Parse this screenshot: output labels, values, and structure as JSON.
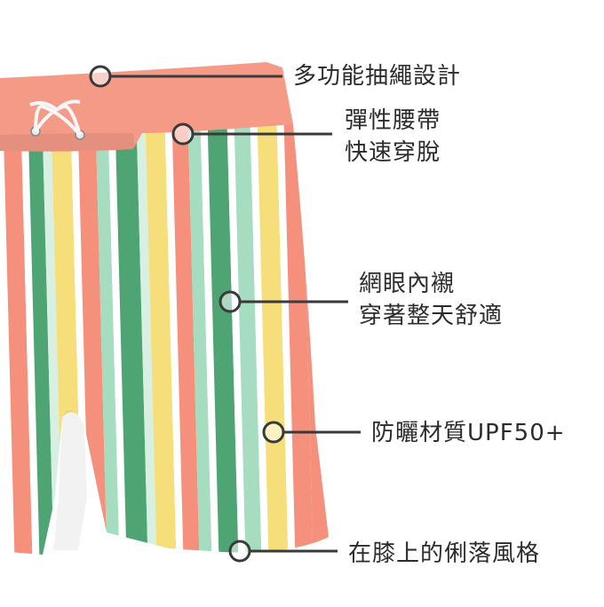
{
  "product": {
    "name": "striped swim shorts",
    "colors": {
      "waistband": "#f49a86",
      "coral": "#f4907c",
      "green": "#4fa474",
      "mint": "#a6dcc0",
      "yellow": "#f6df7a",
      "white": "#ffffff",
      "pale_mint": "#d8f0e2",
      "drawstring": "#f7f7f7"
    }
  },
  "callouts": [
    {
      "id": "drawstring",
      "lines": [
        "多功能抽繩設計"
      ]
    },
    {
      "id": "waistband",
      "lines": [
        "彈性腰帶",
        "快速穿脫"
      ]
    },
    {
      "id": "lining",
      "lines": [
        "網眼內襯",
        "穿著整天舒適"
      ]
    },
    {
      "id": "upf",
      "lines": [
        "防曬材質UPF50+"
      ]
    },
    {
      "id": "length",
      "lines": [
        "在膝上的俐落風格"
      ]
    }
  ],
  "style": {
    "line_color": "#3a3a3a",
    "dot_stroke": "#3a3a3a",
    "dot_fill": "#ffffff"
  }
}
